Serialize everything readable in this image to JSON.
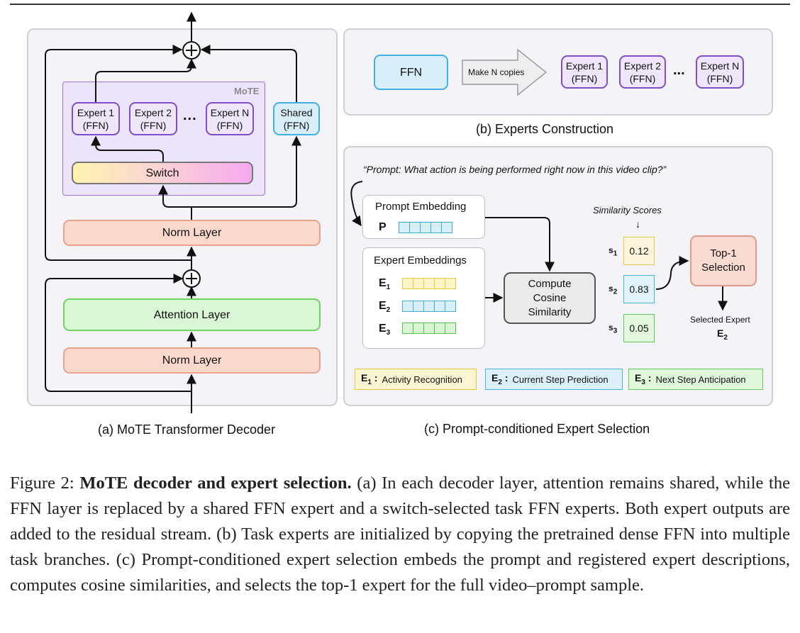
{
  "panel_a": {
    "caption": "(a) MoTE Transformer Decoder",
    "mote_label": "MoTE",
    "experts": [
      {
        "name": "Expert 1",
        "type": "(FFN)"
      },
      {
        "name": "Expert 2",
        "type": "(FFN)"
      },
      {
        "name": "Expert N",
        "type": "(FFN)"
      }
    ],
    "ellipsis": "...",
    "shared": {
      "name": "Shared",
      "type": "(FFN)"
    },
    "switch": "Switch",
    "norm_top": "Norm Layer",
    "attention": "Attention Layer",
    "norm_bottom": "Norm Layer",
    "plus": "+"
  },
  "panel_b": {
    "caption": "(b) Experts Construction",
    "ffn": "FFN",
    "arrow_label": "Make N copies",
    "experts": [
      {
        "name": "Expert 1",
        "type": "(FFN)"
      },
      {
        "name": "Expert 2",
        "type": "(FFN)"
      },
      {
        "name": "Expert N",
        "type": "(FFN)"
      }
    ],
    "ellipsis": "..."
  },
  "panel_c": {
    "caption": "(c) Prompt-conditioned Expert Selection",
    "prompt_text": "“Prompt: What action is being performed right now in this video clip?”",
    "prompt_embedding": "Prompt Embedding",
    "prompt_symbol": "P",
    "expert_embeddings": "Expert Embeddings",
    "embedding_rows": [
      {
        "symbol": "E",
        "sub": "1",
        "color": "#e6c93a",
        "fill": "#fdf4c8"
      },
      {
        "symbol": "E",
        "sub": "2",
        "color": "#3fa9d6",
        "fill": "#d6eff9"
      },
      {
        "symbol": "E",
        "sub": "3",
        "color": "#56c24e",
        "fill": "#d9f5d4"
      }
    ],
    "compute": "Compute Cosine Similarity",
    "similarity_title": "Similarity Scores",
    "similarity_arrow": "↓",
    "scores": [
      {
        "label": "s",
        "sub": "1",
        "value": "0.12",
        "fill": "#fdf6dc",
        "border": "#e3c84f"
      },
      {
        "label": "s",
        "sub": "2",
        "value": "0.83",
        "fill": "#e1f3fb",
        "border": "#48b2e2"
      },
      {
        "label": "s",
        "sub": "3",
        "value": "0.05",
        "fill": "#e3f7df",
        "border": "#62c95a"
      }
    ],
    "top1": "Top-1 Selection",
    "selected_label": "Selected Expert",
    "selected_symbol": "E",
    "selected_sub": "2",
    "legend": [
      {
        "symbol": "E",
        "sub": "1",
        "text": "Activity Recognition",
        "fill": "#fdf6d2",
        "border": "#e6c93a"
      },
      {
        "symbol": "E",
        "sub": "2",
        "text": "Current Step Prediction",
        "fill": "#dcf0fa",
        "border": "#48b2e2"
      },
      {
        "symbol": "E",
        "sub": "3",
        "text": "Next Step Anticipation",
        "fill": "#e0f7dc",
        "border": "#62c95a"
      }
    ]
  },
  "figure_caption": {
    "prefix": "Figure 2: ",
    "bold": "MoTE decoder and expert selection.",
    "body": " (a) In each decoder layer, attention remains shared, while the FFN layer is replaced by a shared FFN expert and a switch-selected task FFN experts. Both expert outputs are added to the residual stream. (b) Task experts are initialized by copying the pretrained dense FFN into multiple task branches. (c) Prompt-conditioned expert selection embeds the prompt and registered expert descriptions, computes cosine similarities, and selects the top-1 expert for the full video–prompt sample."
  }
}
